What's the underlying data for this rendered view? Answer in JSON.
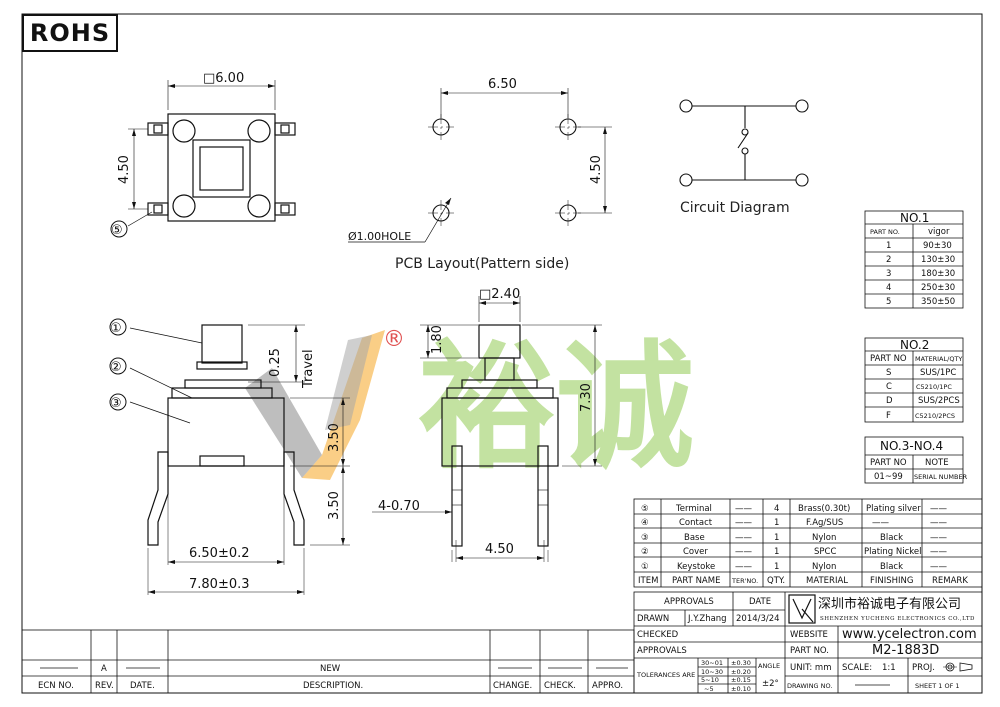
{
  "rohs": "ROHS",
  "top_view": {
    "square_dim": "□6.00",
    "height_dim": "4.50",
    "terminal_callout": "⑤"
  },
  "pcb": {
    "width_dim": "6.50",
    "height_dim": "4.50",
    "hole": "Ø1.00HOLE",
    "title": "PCB Layout(Pattern side)"
  },
  "circuit": {
    "title": "Circuit Diagram"
  },
  "side_view": {
    "callouts": [
      "①",
      "②",
      "③"
    ],
    "travel_value": "0.25",
    "travel_label": "Travel",
    "dim_upper": "3.50",
    "dim_lower": "3.50",
    "width_inner": "6.50±0.2",
    "width_outer": "7.80±0.3"
  },
  "front_view": {
    "stem_dim": "□2.40",
    "stem_height": "1.80",
    "total_height": "7.30",
    "pin_width": "4-0.70",
    "pin_pitch": "4.50"
  },
  "watermark": {
    "registered": "®",
    "text": "裕诚"
  },
  "no1": {
    "title": "NO.1",
    "headers": [
      "PART NO.",
      "vigor"
    ],
    "rows": [
      [
        "1",
        "90±30"
      ],
      [
        "2",
        "130±30"
      ],
      [
        "3",
        "180±30"
      ],
      [
        "4",
        "250±30"
      ],
      [
        "5",
        "350±50"
      ]
    ]
  },
  "no2": {
    "title": "NO.2",
    "headers": [
      "PART NO",
      "MATERIAL/QTY"
    ],
    "rows": [
      [
        "S",
        "SUS/1PC"
      ],
      [
        "C",
        "C5210/1PC"
      ],
      [
        "D",
        "SUS/2PCS"
      ],
      [
        "F",
        "C5210/2PCS"
      ]
    ]
  },
  "no34": {
    "title": "NO.3-NO.4",
    "headers": [
      "PART NO",
      "NOTE"
    ],
    "row": [
      "01~99",
      "SERIAL NUMBER"
    ]
  },
  "bom": {
    "rows": [
      {
        "item": "⑤",
        "name": "Terminal",
        "ter": "——",
        "qty": "4",
        "material": "Brass(0.30t)",
        "finishing": "Plating silver",
        "remark": "——"
      },
      {
        "item": "④",
        "name": "Contact",
        "ter": "——",
        "qty": "1",
        "material": "F.Ag/SUS",
        "finishing": "——",
        "remark": "——"
      },
      {
        "item": "③",
        "name": "Base",
        "ter": "——",
        "qty": "1",
        "material": "Nylon",
        "finishing": "Black",
        "remark": "——"
      },
      {
        "item": "②",
        "name": "Cover",
        "ter": "——",
        "qty": "1",
        "material": "SPCC",
        "finishing": "Plating Nickel",
        "remark": "——"
      },
      {
        "item": "①",
        "name": "Keystoke",
        "ter": "——",
        "qty": "1",
        "material": "Nylon",
        "finishing": "Black",
        "remark": "——"
      }
    ],
    "headers": [
      "ITEM",
      "PART NAME",
      "TER'NO.",
      "QTY.",
      "MATERIAL",
      "FINISHING",
      "REMARK"
    ]
  },
  "title_block": {
    "approvals": "APPROVALS",
    "date": "DATE",
    "drawn": "DRAWN",
    "drawn_by": "J.Y.Zhang",
    "drawn_date": "2014/3/24",
    "checked": "CHECKED",
    "approvals2": "APPROVALS",
    "tolerances": "TOLERANCES ARE",
    "tol_ranges": [
      "30~01",
      "10~30",
      "5~10",
      "~5"
    ],
    "tol_values": [
      "±0.30",
      "±0.20",
      "±0.15",
      "±0.10"
    ],
    "angle": "ANGLE",
    "angle_value": "±2°",
    "company_cn": "深圳市裕诚电子有限公司",
    "company_en": "SHENZHEN YUCHENG ELECTRONICS CO.,LTD",
    "website_label": "WEBSITE",
    "website": "www.ycelectron.com",
    "part_no_label": "PART NO.",
    "part_no": "M2-1883D",
    "unit": "UNIT: mm",
    "scale": "SCALE:",
    "scale_value": "1:1",
    "proj": "PROJ.",
    "drawing_no": "DRAWING NO.",
    "sheet": "SHEET  1 OF 1"
  },
  "revision": {
    "rev_a": "A",
    "new": "NEW",
    "headers": [
      "ECN NO.",
      "REV.",
      "DATE.",
      "DESCRIPTION.",
      "CHANGE.",
      "CHECK.",
      "APPRO."
    ]
  },
  "colors": {
    "line": "#111111",
    "watermark_green": "#b5dc8a",
    "watermark_gray": "#a8a8a8",
    "watermark_orange": "#f5a623",
    "registered_red": "#e05050"
  }
}
